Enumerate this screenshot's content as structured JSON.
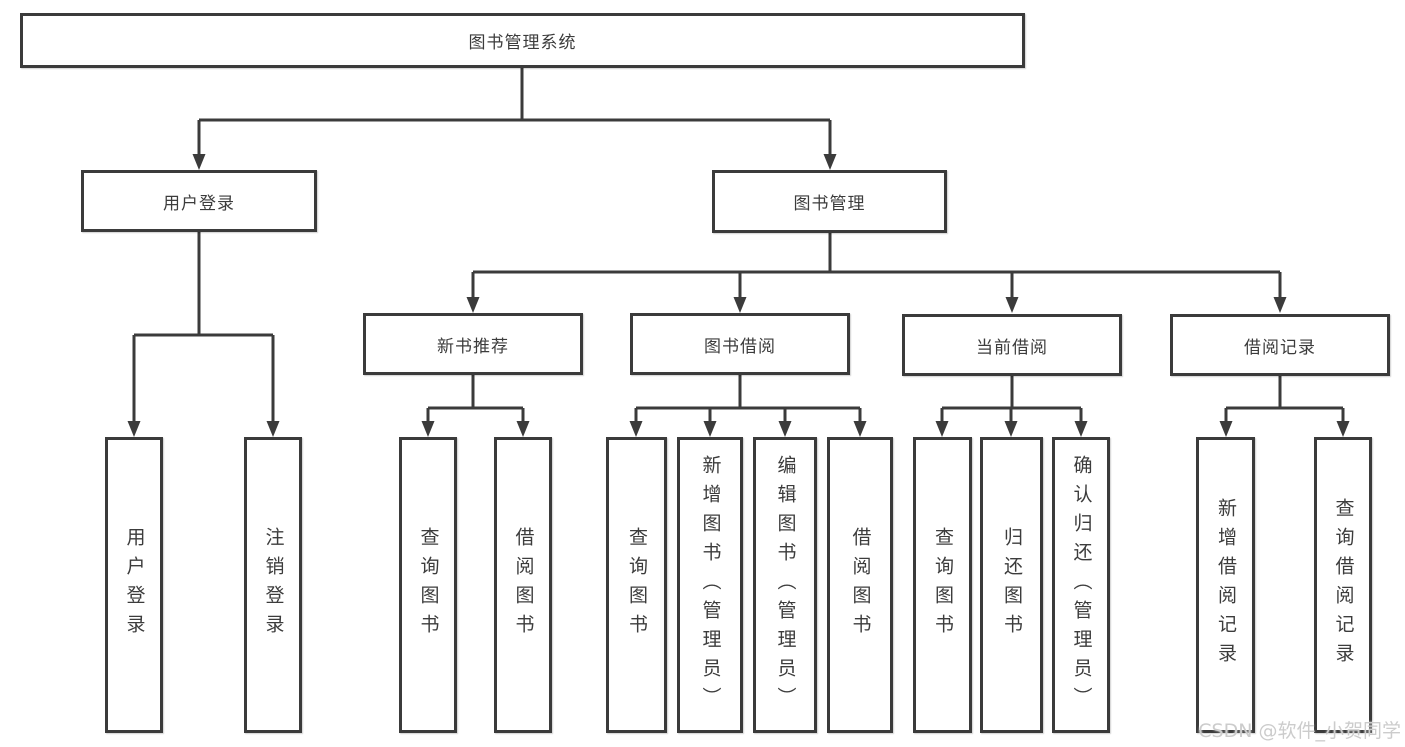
{
  "diagram": {
    "root_label": "图书管理系统",
    "branches": [
      {
        "label": "用户登录",
        "children": [
          {
            "label": "用户登录"
          },
          {
            "label": "注销登录"
          }
        ]
      },
      {
        "label": "图书管理",
        "children": [
          {
            "label": "新书推荐",
            "children": [
              {
                "label": "查询图书"
              },
              {
                "label": "借阅图书"
              }
            ]
          },
          {
            "label": "图书借阅",
            "children": [
              {
                "label": "查询图书"
              },
              {
                "label": "新增图书（管理员）"
              },
              {
                "label": "编辑图书（管理员）"
              },
              {
                "label": "借阅图书"
              }
            ]
          },
          {
            "label": "当前借阅",
            "children": [
              {
                "label": "查询图书"
              },
              {
                "label": "归还图书"
              },
              {
                "label": "确认归还（管理员）"
              }
            ]
          },
          {
            "label": "借阅记录",
            "children": [
              {
                "label": "新增借阅记录"
              },
              {
                "label": "查询借阅记录"
              }
            ]
          }
        ]
      }
    ]
  },
  "watermark": {
    "text": "CSDN @软件_小贺同学"
  },
  "colors": {
    "line": "#3b3b3b",
    "text": "#3c3c3c",
    "background": "#ffffff",
    "watermark": "#cccccc"
  }
}
